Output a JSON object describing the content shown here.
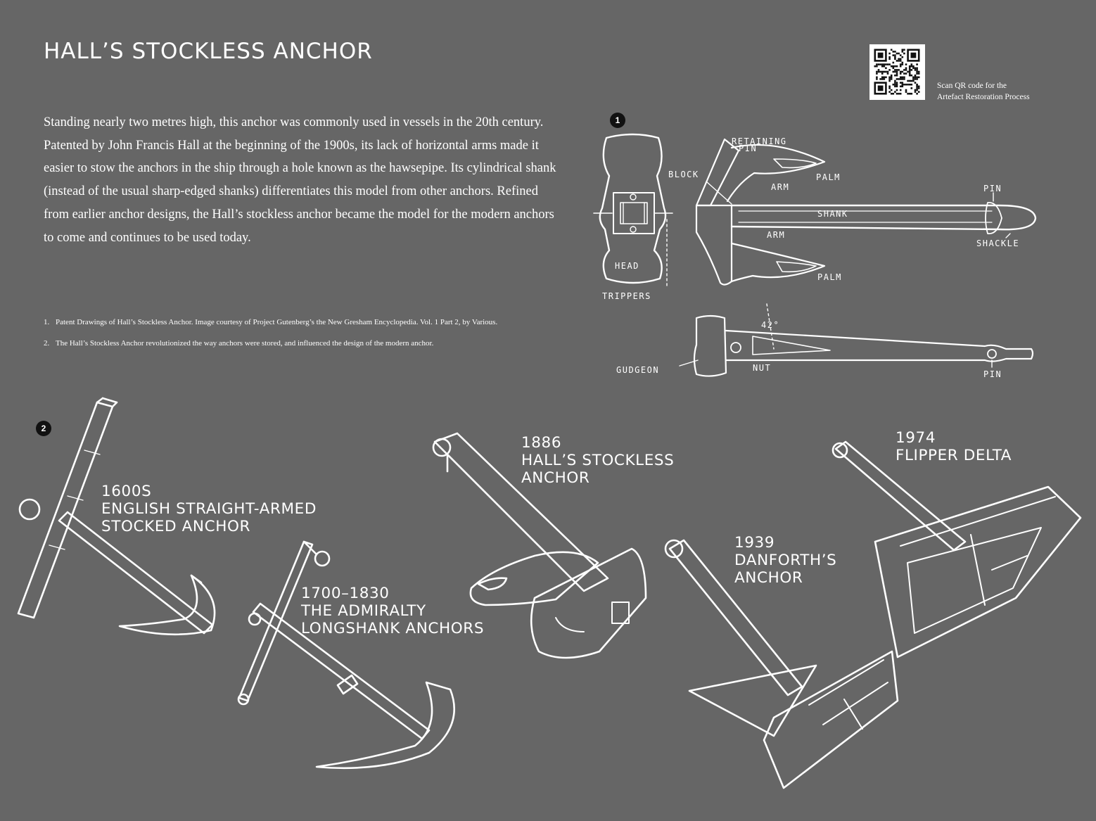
{
  "header": {
    "title": "HALL’S STOCKLESS ANCHOR"
  },
  "body": {
    "paragraph": "Standing nearly two metres high, this anchor was commonly used in vessels in the 20th century. Patented by John Francis Hall at the beginning of the 1900s, its lack of horizontal arms made it easier to stow the anchors in the ship through a hole known as the hawsepipe. Its cylindrical shank (instead of the usual sharp-edged shanks) differentiates this model from other anchors. Refined from earlier anchor designs, the Hall’s stockless anchor became the model for the modern anchors to come and continues to be used today."
  },
  "footnotes": [
    {
      "num": "1.",
      "text": "Patent Drawings of Hall’s Stockless Anchor. Image courtesy of Project Gutenberg’s the New Gresham Encyclopedia. Vol. 1 Part 2, by Various."
    },
    {
      "num": "2.",
      "text": "The Hall’s Stockless Anchor revolutionized the way anchors were stored, and influenced the design of the modern anchor."
    }
  ],
  "qr": {
    "caption_line1": "Scan QR code for the",
    "caption_line2": "Artefact Restoration Process"
  },
  "markers": {
    "figure1": "1",
    "figure2": "2"
  },
  "patent_labels": {
    "retaining": "RETAINING",
    "pin_top": "PIN",
    "block": "BLOCK",
    "arm_top": "ARM",
    "palm_top": "PALM",
    "pin_right": "PIN",
    "shank": "SHANK",
    "shackle": "SHACKLE",
    "arm_bottom": "ARM",
    "palm_bottom": "PALM",
    "head": "HEAD",
    "trippers": "TRIPPERS",
    "angle": "42°",
    "gudgeon": "GUDGEON",
    "nut": "NUT",
    "pin_bottom": "PIN"
  },
  "timeline": [
    {
      "year": "1600s",
      "lines": [
        "English Straight-Armed",
        "Stocked Anchor"
      ]
    },
    {
      "year": "1700–1830",
      "lines": [
        "The Admiralty",
        "Longshank Anchors"
      ]
    },
    {
      "year": "1886",
      "lines": [
        "Hall’s Stockless",
        "Anchor"
      ]
    },
    {
      "year": "1939",
      "lines": [
        "Danforth’s",
        "Anchor"
      ]
    },
    {
      "year": "1974",
      "lines": [
        "Flipper Delta"
      ]
    }
  ],
  "icons": {
    "qr": "qr-code-icon",
    "patent": "hall-anchor-patent-drawing",
    "anchors": [
      "stocked-anchor-icon",
      "admiralty-anchor-icon",
      "hall-anchor-icon",
      "danforth-anchor-icon",
      "flipper-delta-anchor-icon"
    ]
  },
  "colors": {
    "background": "#666666",
    "ink": "#ffffff",
    "marker": "#111111"
  }
}
